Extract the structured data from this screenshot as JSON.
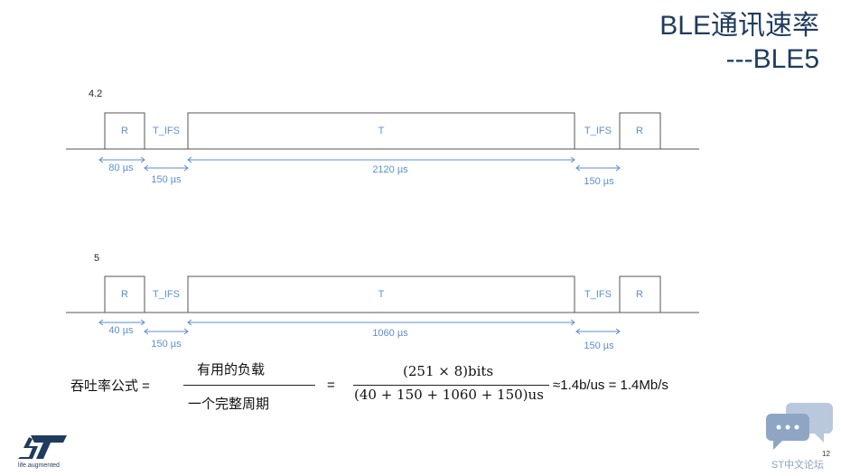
{
  "slide": {
    "title_line1": "BLE通讯速率",
    "title_line2": "---BLE5",
    "page_number": "12",
    "logo_caption": "life.augmented",
    "forum_label": "ST中文论坛"
  },
  "diagrams": [
    {
      "version_label": "4.2",
      "boxes": {
        "r_left": "R",
        "ifs_left": "T_IFS",
        "t": "T",
        "ifs_right": "T_IFS",
        "r_right": "R"
      },
      "measures": {
        "r": "80 µs",
        "ifs_left": "150 µs",
        "t": "2120 µs",
        "ifs_right": "150 µs"
      }
    },
    {
      "version_label": "5",
      "boxes": {
        "r_left": "R",
        "ifs_left": "T_IFS",
        "t": "T",
        "ifs_right": "T_IFS",
        "r_right": "R"
      },
      "measures": {
        "r": "40 µs",
        "ifs_left": "150 µs",
        "t": "1060 µs",
        "ifs_right": "150 µs"
      }
    }
  ],
  "formula": {
    "lhs": "吞吐率公式 =",
    "numerator": "有用的负载",
    "denominator": "一个完整周期",
    "equals": "=",
    "num_expr": "(251 × 8)bits",
    "den_expr": "(40 + 150 + 1060 + 150)us",
    "result": "≈1.4b/us = 1.4Mb/s"
  },
  "colors": {
    "title": "#1f3b5e",
    "diagram_label": "#5b8fcf",
    "line": "#555555",
    "logo": "#1f3b5e"
  }
}
